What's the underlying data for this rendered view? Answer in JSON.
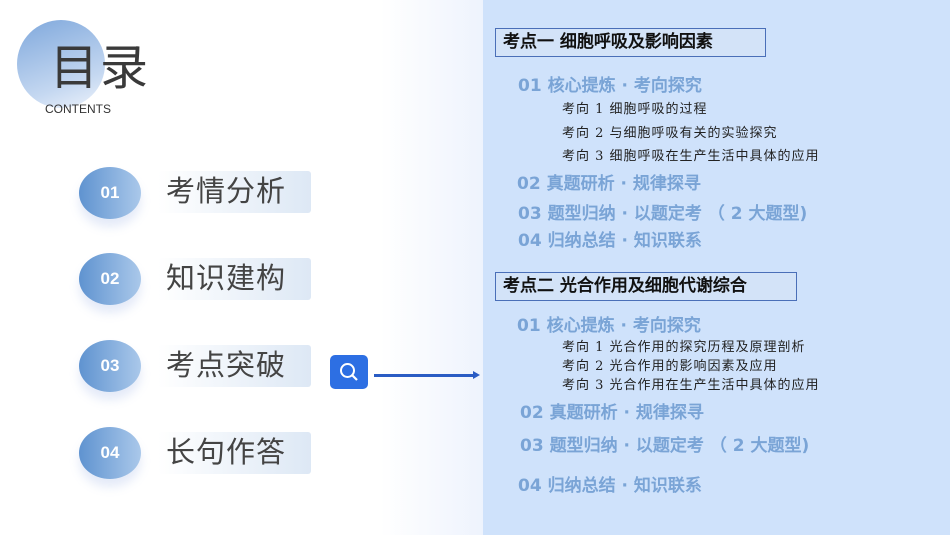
{
  "title": "目录",
  "subtitle": "CONTENTS",
  "menu": [
    {
      "num": "01",
      "label": "考情分析"
    },
    {
      "num": "02",
      "label": "知识建构"
    },
    {
      "num": "03",
      "label": "考点突破"
    },
    {
      "num": "04",
      "label": "长句作答"
    }
  ],
  "icons": {
    "search": "search-icon",
    "arrow": "arrow-right-icon"
  },
  "sections": [
    {
      "title": "考点一  细胞呼吸及影响因素",
      "items": [
        "01  核心提炼 · 考向探究",
        "02  真题研析 · 规律探寻",
        "03  题型归纳 · 以题定考 （ 2 大题型)",
        "04  归纳总结 · 知识联系"
      ],
      "subs": [
        "考向 1   细胞呼吸的过程",
        "考向 2   与细胞呼吸有关的实验探究",
        "考向 3   细胞呼吸在生产生活中具体的应用"
      ]
    },
    {
      "title": "考点二  光合作用及细胞代谢综合",
      "items": [
        "01  核心提炼 · 考向探究",
        "02  真题研析 · 规律探寻",
        "03  题型归纳 · 以题定考 （ 2 大题型)",
        "04  归纳总结 · 知识联系"
      ],
      "subs": [
        "考向 1   光合作用的探究历程及原理剖析",
        "考向 2   光合作用的影响因素及应用",
        "考向 3   光合作用在生产生活中具体的应用"
      ]
    }
  ],
  "colors": {
    "accent": "#2d6fe3",
    "panel": "#cfe2fb",
    "heading": "#7aa4d6"
  }
}
